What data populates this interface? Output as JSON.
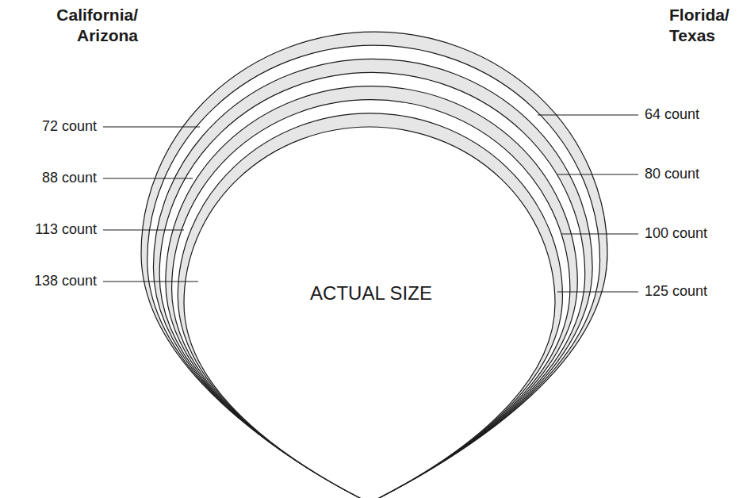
{
  "diagram": {
    "labels": [
      "California/ Arizona",
      "Florida/ Texas",
      "72 count",
      "88 count",
      "113 count",
      "138 count",
      "64 count",
      "80 count",
      "100 count",
      "125 count",
      "ACTUAL SIZE"
    ]
  }
}
